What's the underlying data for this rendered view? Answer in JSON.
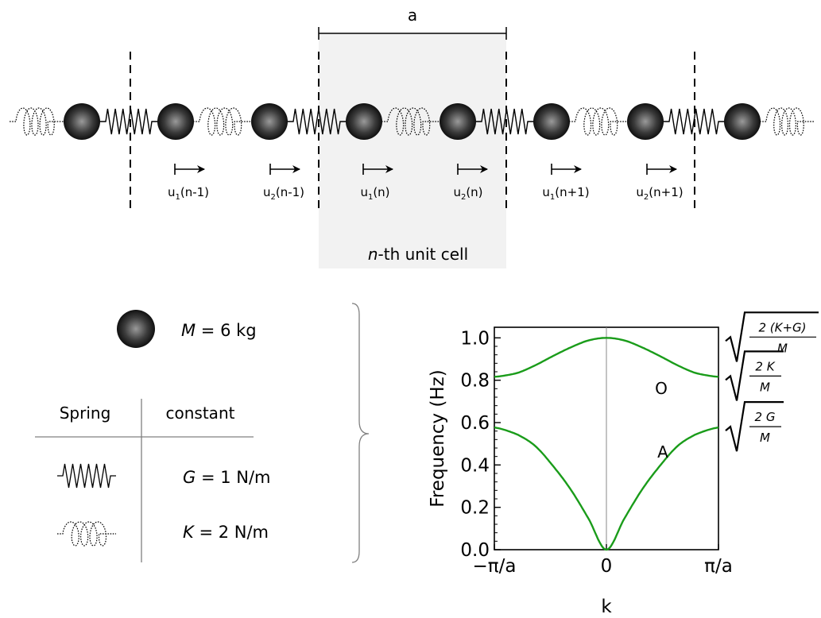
{
  "lattice": {
    "lattice_constant_label": "a",
    "cell_caption_italic": "n",
    "cell_caption_rest": "-th unit cell",
    "displacements": [
      {
        "base": "u",
        "sub": "1",
        "arg": "(n-1)"
      },
      {
        "base": "u",
        "sub": "2",
        "arg": "(n-1)"
      },
      {
        "base": "u",
        "sub": "1",
        "arg": "(n)"
      },
      {
        "base": "u",
        "sub": "2",
        "arg": "(n)"
      },
      {
        "base": "u",
        "sub": "1",
        "arg": "(n+1)"
      },
      {
        "base": "u",
        "sub": "2",
        "arg": "(n+1)"
      }
    ]
  },
  "legend": {
    "mass_symbol": "M",
    "mass_value": " = 6 kg",
    "col_spring": "Spring",
    "col_constant": "constant",
    "rows": [
      {
        "symbol": "G",
        "value": " = 1 N/m",
        "spring_style": "solid"
      },
      {
        "symbol": "K",
        "value": " = 2 N/m",
        "spring_style": "dotted"
      }
    ]
  },
  "chart_data": {
    "type": "line",
    "xlabel": "k",
    "ylabel": "Frequency (Hz)",
    "xlim": [
      -3.14159,
      3.14159
    ],
    "ylim": [
      0,
      1.05
    ],
    "x_ticks": [
      {
        "value": -3.14159,
        "label": "−π/a"
      },
      {
        "value": 0,
        "label": "0"
      },
      {
        "value": 3.14159,
        "label": "π/a"
      }
    ],
    "y_ticks": [
      {
        "value": 0.0,
        "label": "0.0"
      },
      {
        "value": 0.2,
        "label": "0.2"
      },
      {
        "value": 0.4,
        "label": "0.4"
      },
      {
        "value": 0.6,
        "label": "0.6"
      },
      {
        "value": 0.8,
        "label": "0.8"
      },
      {
        "value": 1.0,
        "label": "1.0"
      }
    ],
    "series": [
      {
        "name": "O",
        "color": "#1a9c1a",
        "x": [
          -3.14159,
          -2.5,
          -2.0,
          -1.5,
          -1.0,
          -0.5,
          0,
          0.5,
          1.0,
          1.5,
          2.0,
          2.5,
          3.14159
        ],
        "y": [
          0.816,
          0.834,
          0.87,
          0.914,
          0.955,
          0.988,
          1.0,
          0.988,
          0.955,
          0.914,
          0.87,
          0.834,
          0.816
        ]
      },
      {
        "name": "A",
        "color": "#1a9c1a",
        "x": [
          -3.14159,
          -2.5,
          -2.0,
          -1.5,
          -1.0,
          -0.5,
          0,
          0.5,
          1.0,
          1.5,
          2.0,
          2.5,
          3.14159
        ],
        "y": [
          0.577,
          0.544,
          0.49,
          0.396,
          0.284,
          0.146,
          0.0,
          0.146,
          0.284,
          0.396,
          0.49,
          0.544,
          0.577
        ]
      }
    ],
    "series_labels": [
      "O",
      "A"
    ],
    "annotations": [
      {
        "level": 1.0,
        "numerator": "2 (K+G)",
        "denominator": "M"
      },
      {
        "level": 0.816,
        "numerator": "2 K",
        "denominator": "M"
      },
      {
        "level": 0.577,
        "numerator": "2 G",
        "denominator": "M"
      }
    ]
  },
  "colors": {
    "curve": "#1a9c1a",
    "cell_shade": "#f2f2f2",
    "divider": "#808080"
  }
}
